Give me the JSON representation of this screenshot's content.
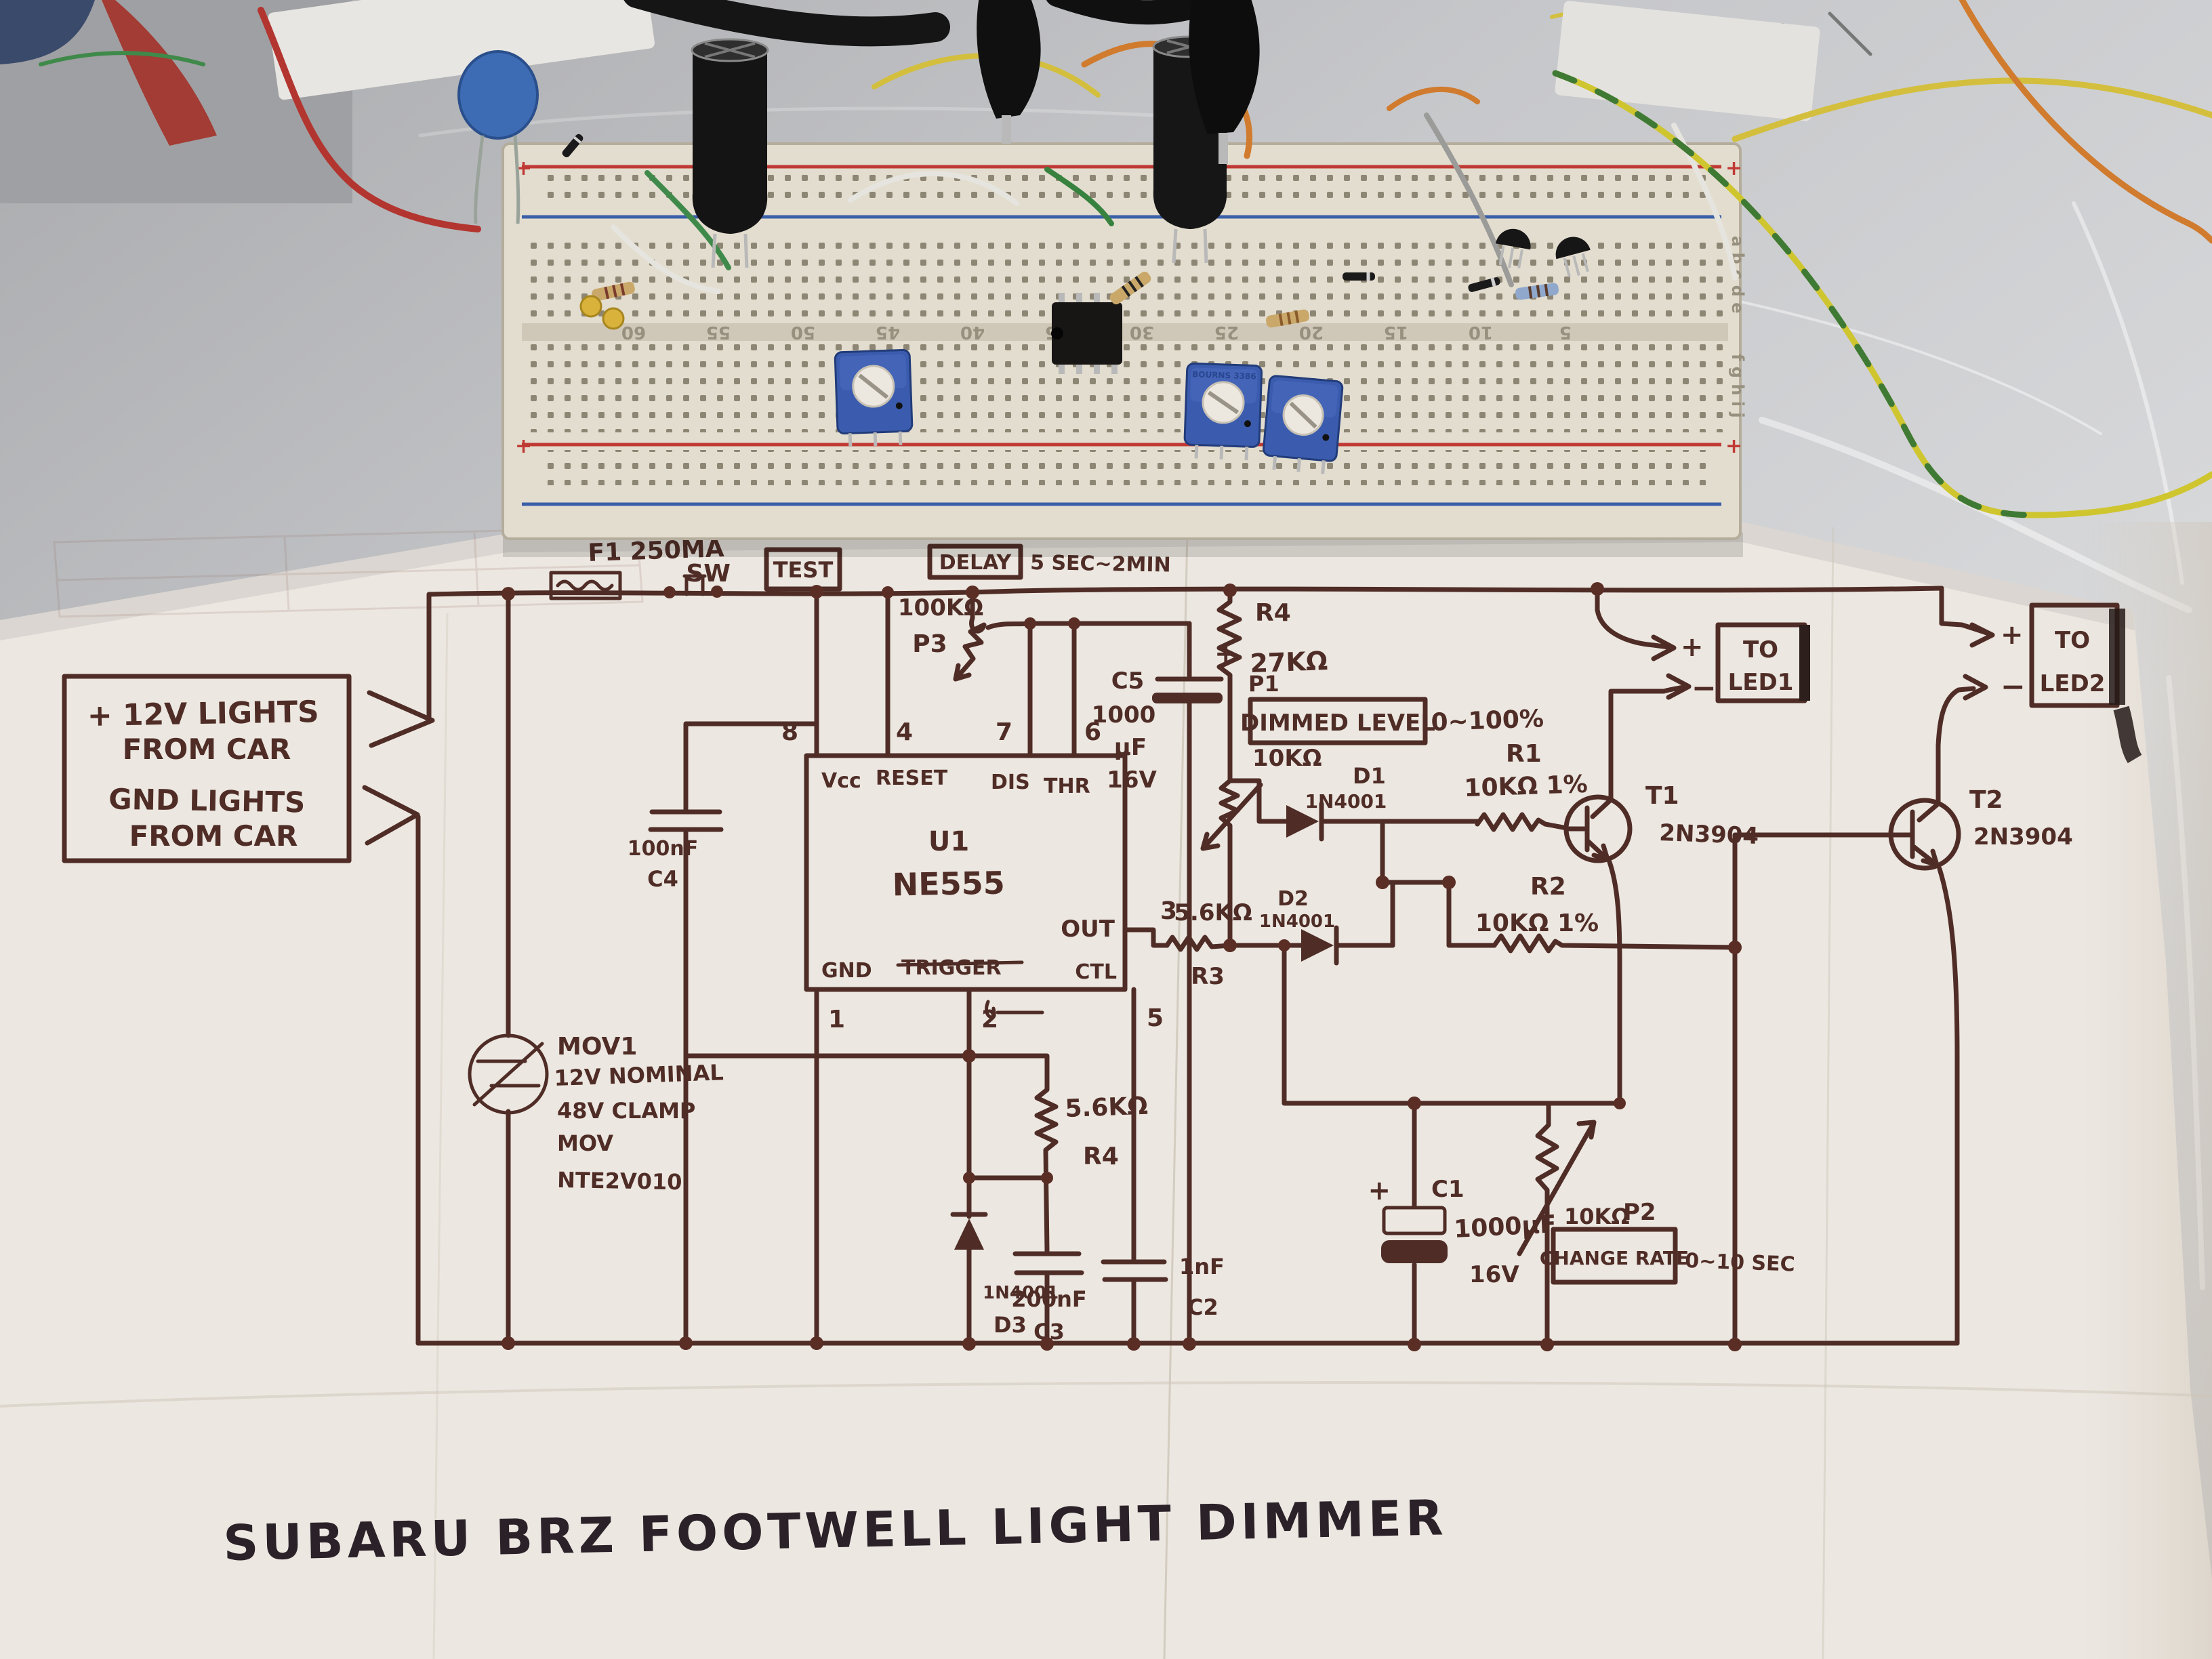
{
  "title": "SUBARU BRZ FOOTWELL LIGHT DIMMER",
  "input_box": {
    "line1": "+ 12V LIGHTS",
    "line2": "FROM CAR",
    "line3": "GND LIGHTS",
    "line4": "FROM CAR"
  },
  "top": {
    "fuse": "F1 250MA",
    "sw": "SW",
    "test": "TEST",
    "delay": "DELAY",
    "delay_range": "5 SEC~2MIN"
  },
  "u1": {
    "ref": "U1",
    "part": "NE555",
    "vcc": "Vcc",
    "reset": "RESET",
    "dis": "DIS",
    "thr": "THR",
    "out": "OUT",
    "gnd": "GND",
    "trigger": "TRIGGER",
    "ctl": "CTL",
    "pin8": "8",
    "pin4": "4",
    "pin7": "7",
    "pin6": "6",
    "pin3": "3",
    "pin1": "1",
    "pin2": "2",
    "pin5": "5"
  },
  "p3": {
    "value": "100KΩ",
    "ref": "P3"
  },
  "c5": {
    "ref": "C5",
    "v1": "1000",
    "v2": "µF",
    "v3": "16V",
    "plus": "+"
  },
  "r4_top": {
    "ref": "R4",
    "value": "27KΩ"
  },
  "p1": {
    "ref": "P1",
    "value": "10KΩ",
    "box": "DIMMED LEVEL",
    "range": "0~100%"
  },
  "d1": {
    "ref": "D1",
    "part": "1N4001"
  },
  "r1": {
    "ref": "R1",
    "value": "10KΩ 1%"
  },
  "t1": {
    "ref": "T1",
    "part": "2N3904"
  },
  "led1": {
    "plus": "+",
    "minus": "−",
    "l1": "TO",
    "l2": "LED1"
  },
  "t2": {
    "ref": "T2",
    "part": "2N3904"
  },
  "led2": {
    "plus": "+",
    "minus": "−",
    "l1": "TO",
    "l2": "LED2"
  },
  "r3": {
    "value": "5.6KΩ",
    "ref": "R3"
  },
  "d2": {
    "ref": "D2",
    "part": "1N4001"
  },
  "r2": {
    "ref": "R2",
    "value": "10KΩ 1%"
  },
  "mov": {
    "ref": "MOV1",
    "l2": "12V NOMINAL",
    "l3": "48V CLAMP",
    "l4": "MOV",
    "l5": "NTE2V010"
  },
  "c4": {
    "value": "100nF",
    "ref": "C4"
  },
  "r4_mid": {
    "value": "5.6KΩ",
    "ref": "R4"
  },
  "d3": {
    "part": "1N4001",
    "ref": "D3"
  },
  "c3": {
    "value": "200nF",
    "ref": "C3"
  },
  "c2": {
    "value": "1nF",
    "ref": "C2"
  },
  "c1": {
    "plus": "+",
    "ref": "C1",
    "v1": "1000µF",
    "v2": "16V"
  },
  "p2": {
    "value": "10KΩ",
    "ref": "P2",
    "box": "CHANGE RATE",
    "range": "0~10 SEC"
  },
  "breadboard": {
    "rail_plus": "+",
    "letters_top": "a b c d e",
    "letters_bottom": "f g h i j",
    "cols": [
      "60",
      "55",
      "50",
      "45",
      "40",
      "35",
      "30",
      "25",
      "20",
      "15",
      "10",
      "5"
    ],
    "trimpot_marking": "BOURNS 3386"
  }
}
